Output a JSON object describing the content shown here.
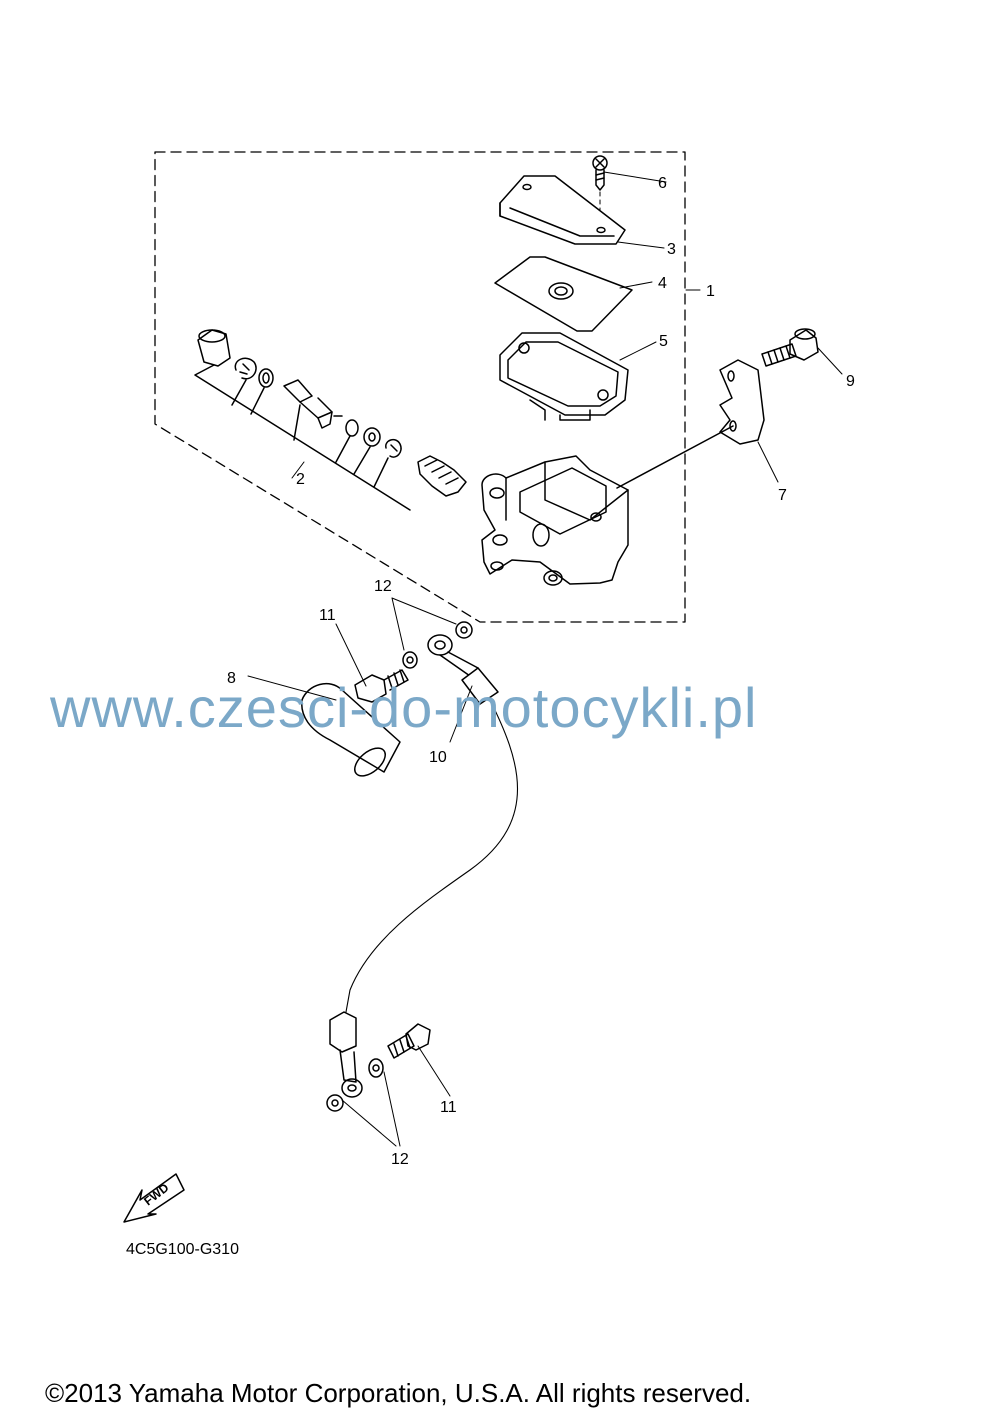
{
  "diagram": {
    "callouts": {
      "c1": "1",
      "c2": "2",
      "c3": "3",
      "c4": "4",
      "c5": "5",
      "c6": "6",
      "c7": "7",
      "c8": "8",
      "c9": "9",
      "c10": "10",
      "c11a": "11",
      "c11b": "11",
      "c12a": "12",
      "c12b": "12"
    },
    "fwd_label": "FWD",
    "code": "4C5G100-G310"
  },
  "watermark": "www.czesci-do-motocykli.pl",
  "footer": {
    "copyright": "©2013 Yamaha Motor Corporation, U.S.A. All rights reserved."
  }
}
